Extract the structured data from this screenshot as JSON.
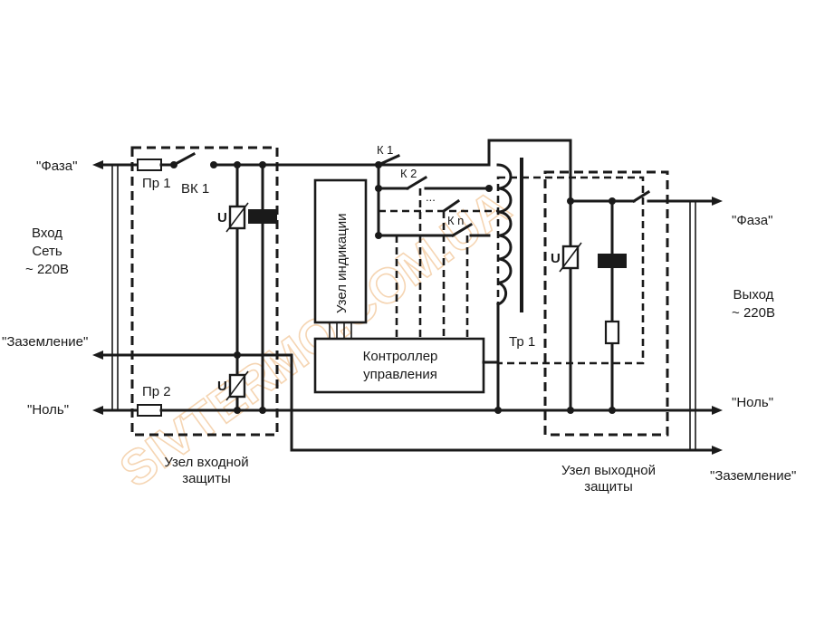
{
  "input": {
    "phase": "\"Фаза\"",
    "ground": "\"Заземление\"",
    "neutral": "\"Ноль\"",
    "title_line1": "Вход",
    "title_line2": "Сеть",
    "title_line3": "~ 220В"
  },
  "output": {
    "phase": "\"Фаза\"",
    "ground": "\"Заземление\"",
    "neutral": "\"Ноль\"",
    "title_line1": "Выход",
    "title_line2": "~ 220В"
  },
  "components": {
    "fuse1": "Пр 1",
    "fuse2": "Пр 2",
    "switch": "ВК 1",
    "varistor_symbol": "U",
    "k1": "К 1",
    "k2": "К 2",
    "kdots": "...",
    "kn": "К n",
    "transformer": "Тр 1",
    "indication": "Узел индикации",
    "controller_line1": "Контроллер",
    "controller_line2": "управления"
  },
  "blocks": {
    "input_protection_line1": "Узел входной",
    "input_protection_line2": "защиты",
    "output_protection_line1": "Узел выходной",
    "output_protection_line2": "защиты"
  },
  "watermark": "SIVTERMO.COM.UA",
  "colors": {
    "ink": "#1a1a1a",
    "watermark": "#f2c79a",
    "background": "#ffffff"
  }
}
